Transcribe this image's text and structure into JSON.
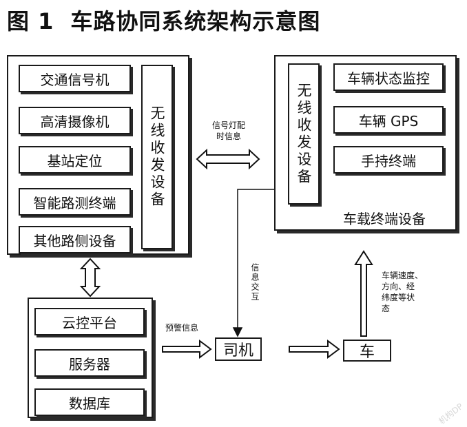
{
  "title": {
    "figure": "图 1",
    "text": "车路协同系统架构示意图"
  },
  "left_panel": {
    "items": [
      "交通信号机",
      "高清摄像机",
      "基站定位",
      "智能路测终端",
      "其他路侧设备"
    ],
    "wireless": "无线收发设备"
  },
  "right_panel": {
    "wireless": "无线收发设备",
    "items": [
      "车辆状态监控",
      "车辆 GPS",
      "手持终端"
    ],
    "label": "车载终端设备"
  },
  "cloud_panel": {
    "items": [
      "云控平台",
      "服务器",
      "数据库"
    ]
  },
  "driver": "司机",
  "car": "车",
  "labels": {
    "signal_timing": "信号灯配\n时信息",
    "info_exchange": "信息交互",
    "warning": "预警信息",
    "vehicle_state": "车辆速度、\n方向、经\n纬度等状\n态"
  },
  "watermark": "机构DP"
}
